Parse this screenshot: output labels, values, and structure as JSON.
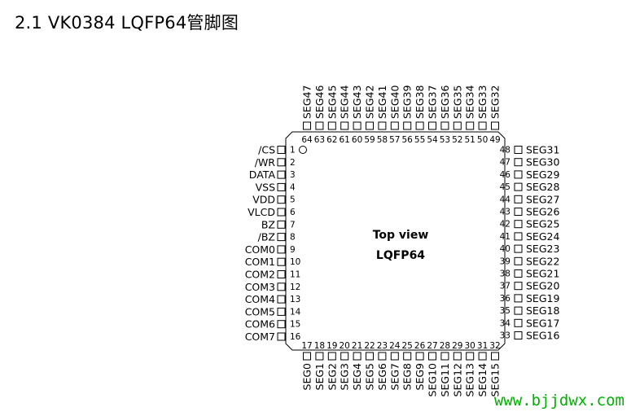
{
  "title": "2.1  VK0384 LQFP64管脚图",
  "chip": {
    "view_label": "Top view",
    "package_label": "LQFP64"
  },
  "pins": {
    "left": [
      {
        "num": "1",
        "name": "/CS"
      },
      {
        "num": "2",
        "name": "/WR"
      },
      {
        "num": "3",
        "name": "DATA"
      },
      {
        "num": "4",
        "name": "VSS"
      },
      {
        "num": "5",
        "name": "VDD"
      },
      {
        "num": "6",
        "name": "VLCD"
      },
      {
        "num": "7",
        "name": "BZ"
      },
      {
        "num": "8",
        "name": "/BZ"
      },
      {
        "num": "9",
        "name": "COM0"
      },
      {
        "num": "10",
        "name": "COM1"
      },
      {
        "num": "11",
        "name": "COM2"
      },
      {
        "num": "12",
        "name": "COM3"
      },
      {
        "num": "13",
        "name": "COM4"
      },
      {
        "num": "14",
        "name": "COM5"
      },
      {
        "num": "15",
        "name": "COM6"
      },
      {
        "num": "16",
        "name": "COM7"
      }
    ],
    "bottom": [
      {
        "num": "17",
        "name": "SEG0"
      },
      {
        "num": "18",
        "name": "SEG1"
      },
      {
        "num": "19",
        "name": "SEG2"
      },
      {
        "num": "20",
        "name": "SEG3"
      },
      {
        "num": "21",
        "name": "SEG4"
      },
      {
        "num": "22",
        "name": "SEG5"
      },
      {
        "num": "23",
        "name": "SEG6"
      },
      {
        "num": "24",
        "name": "SEG7"
      },
      {
        "num": "25",
        "name": "SEG8"
      },
      {
        "num": "26",
        "name": "SEG9"
      },
      {
        "num": "27",
        "name": "SEG10"
      },
      {
        "num": "28",
        "name": "SEG11"
      },
      {
        "num": "29",
        "name": "SEG12"
      },
      {
        "num": "30",
        "name": "SEG13"
      },
      {
        "num": "31",
        "name": "SEG14"
      },
      {
        "num": "32",
        "name": "SEG15"
      }
    ],
    "right": [
      {
        "num": "33",
        "name": "SEG16"
      },
      {
        "num": "34",
        "name": "SEG17"
      },
      {
        "num": "35",
        "name": "SEG18"
      },
      {
        "num": "36",
        "name": "SEG19"
      },
      {
        "num": "37",
        "name": "SEG20"
      },
      {
        "num": "38",
        "name": "SEG21"
      },
      {
        "num": "39",
        "name": "SEG22"
      },
      {
        "num": "40",
        "name": "SEG23"
      },
      {
        "num": "41",
        "name": "SEG24"
      },
      {
        "num": "42",
        "name": "SEG25"
      },
      {
        "num": "43",
        "name": "SEG26"
      },
      {
        "num": "44",
        "name": "SEG27"
      },
      {
        "num": "45",
        "name": "SEG28"
      },
      {
        "num": "46",
        "name": "SEG29"
      },
      {
        "num": "47",
        "name": "SEG30"
      },
      {
        "num": "48",
        "name": "SEG31"
      }
    ],
    "top": [
      {
        "num": "49",
        "name": "SEG32"
      },
      {
        "num": "50",
        "name": "SEG33"
      },
      {
        "num": "51",
        "name": "SEG34"
      },
      {
        "num": "52",
        "name": "SEG35"
      },
      {
        "num": "53",
        "name": "SEG36"
      },
      {
        "num": "54",
        "name": "SEG37"
      },
      {
        "num": "55",
        "name": "SEG38"
      },
      {
        "num": "56",
        "name": "SEG39"
      },
      {
        "num": "57",
        "name": "SEG40"
      },
      {
        "num": "58",
        "name": "SEG41"
      },
      {
        "num": "59",
        "name": "SEG42"
      },
      {
        "num": "60",
        "name": "SEG43"
      },
      {
        "num": "61",
        "name": "SEG44"
      },
      {
        "num": "62",
        "name": "SEG45"
      },
      {
        "num": "63",
        "name": "SEG46"
      },
      {
        "num": "64",
        "name": "SEG47"
      }
    ]
  },
  "watermark": "www.bjjdwx.com"
}
